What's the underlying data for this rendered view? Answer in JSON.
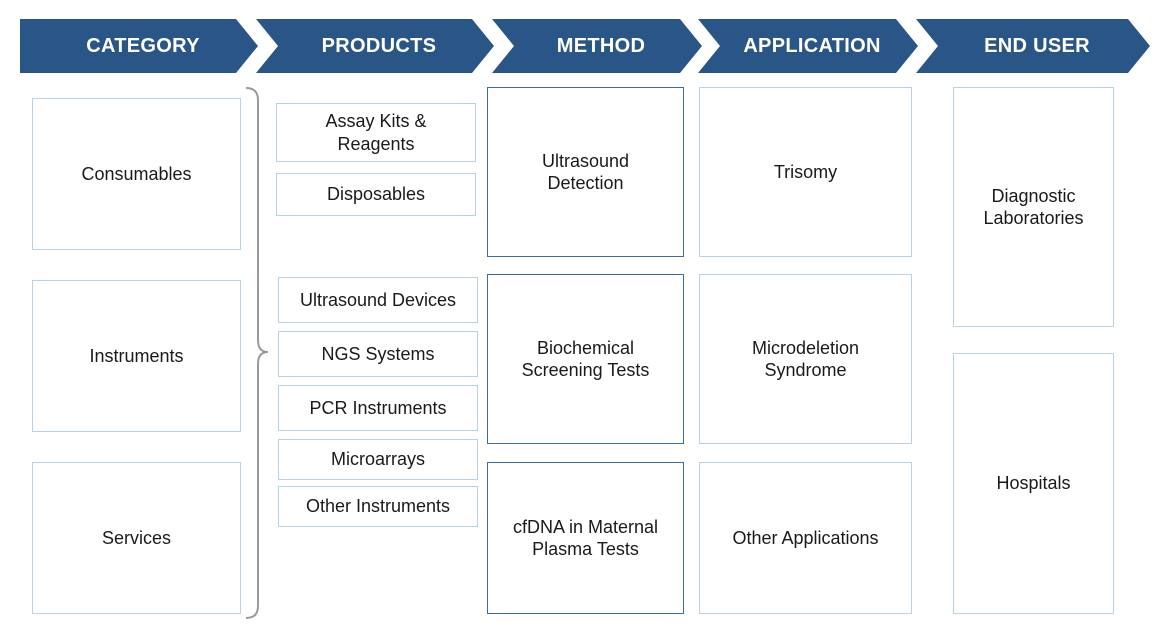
{
  "headers": {
    "category": "CATEGORY",
    "products": "PRODUCTS",
    "method": "METHOD",
    "application": "APPLICATION",
    "end_user": "END USER"
  },
  "category": [
    "Consumables",
    "Instruments",
    "Services"
  ],
  "products": {
    "consumables": [
      "Assay Kits &\nReagents",
      "Disposables"
    ],
    "instruments": [
      "Ultrasound Devices",
      "NGS Systems",
      "PCR Instruments",
      "Microarrays",
      "Other Instruments"
    ]
  },
  "method": [
    "Ultrasound\nDetection",
    "Biochemical\nScreening Tests",
    "cfDNA in Maternal\nPlasma Tests"
  ],
  "application": [
    "Trisomy",
    "Microdeletion\nSyndrome",
    "Other Applications"
  ],
  "end_user": [
    "Diagnostic\nLaboratories",
    "Hospitals"
  ],
  "colors": {
    "header_fill": "#2a5587",
    "box_border_light": "#b7d3e3",
    "box_border_dark": "#3c6d98",
    "brace": "#9a9a9a"
  }
}
